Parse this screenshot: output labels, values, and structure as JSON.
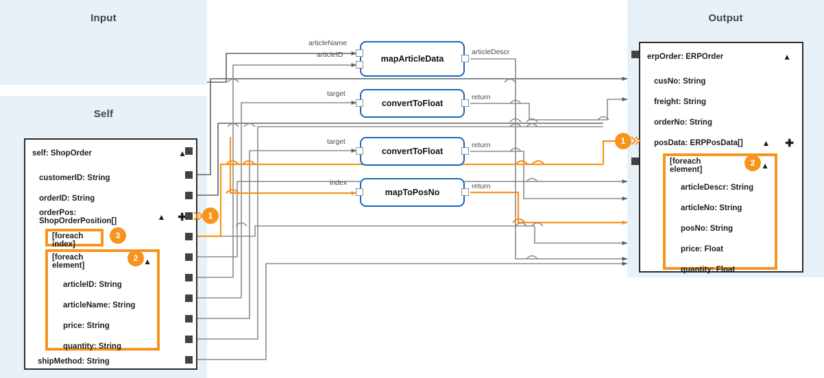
{
  "panels": {
    "input": {
      "title": "Input"
    },
    "self": {
      "title": "Self"
    },
    "output": {
      "title": "Output"
    }
  },
  "self_card": {
    "header": {
      "label": "self: ShopOrder",
      "chevron": "chevron-up-icon"
    },
    "fields": [
      {
        "label": "customerID: String"
      },
      {
        "label": "orderID: String"
      }
    ],
    "array_field": {
      "label": "orderPos:\nShopOrderPosition[]",
      "chevron": "chevron-up-icon",
      "plus": "plus-icon",
      "badge": "1"
    },
    "foreach_index": {
      "label": "[foreach index]",
      "badge": "3"
    },
    "foreach_element": {
      "label": "[foreach element]",
      "badge": "2",
      "chevron": "chevron-up-icon",
      "fields": [
        {
          "label": "articleID: String"
        },
        {
          "label": "articleName: String"
        },
        {
          "label": "price: String"
        },
        {
          "label": "quantity: String"
        }
      ]
    },
    "tail_field": {
      "label": "shipMethod: String"
    }
  },
  "output_card": {
    "header": {
      "label": "erpOrder: ERPOrder",
      "chevron": "chevron-up-icon"
    },
    "fields": [
      {
        "label": "cusNo: String"
      },
      {
        "label": "freight: String"
      },
      {
        "label": "orderNo: String"
      }
    ],
    "array_field": {
      "label": "posData: ERPPosData[]",
      "chevron": "chevron-up-icon",
      "plus": "plus-icon",
      "badge": "1"
    },
    "foreach_element": {
      "label": "[foreach element]",
      "badge": "2",
      "chevron": "chevron-up-icon",
      "fields": [
        {
          "label": "articleDescr: String"
        },
        {
          "label": "articleNo: String"
        },
        {
          "label": "posNo: String"
        },
        {
          "label": "price: Float"
        },
        {
          "label": "quantity: Float"
        }
      ]
    }
  },
  "nodes": [
    {
      "title": "mapArticleData",
      "inputs": [
        "articleName",
        "articleID"
      ],
      "outputs": [
        "articleDescr"
      ]
    },
    {
      "title": "convertToFloat",
      "inputs": [
        "target"
      ],
      "outputs": [
        "return"
      ]
    },
    {
      "title": "convertToFloat",
      "inputs": [
        "target"
      ],
      "outputs": [
        "return"
      ]
    },
    {
      "title": "mapToPosNo",
      "inputs": [
        "index"
      ],
      "outputs": [
        "return"
      ]
    }
  ],
  "colors": {
    "panel_bg": "#e8f1f8",
    "accent_orange": "#F7941D",
    "node_border": "#1565C0",
    "wire_gray": "#8a8a8a",
    "wire_dark": "#5a6166",
    "card_border": "#2b2b2b"
  }
}
